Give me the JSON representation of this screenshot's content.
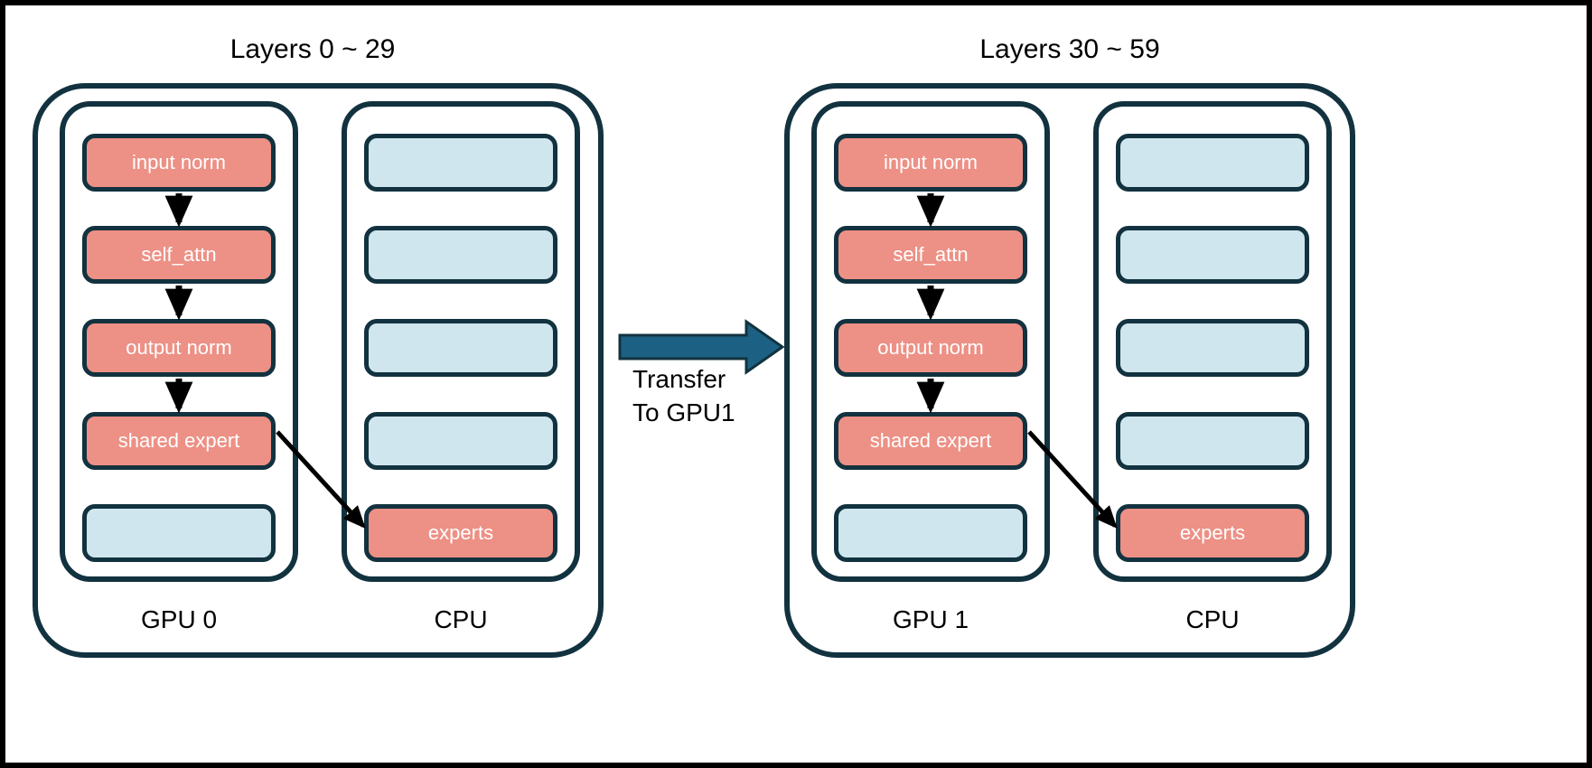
{
  "colors": {
    "active_block": "#ED9085",
    "inactive_block": "#CFE6EE",
    "outline": "#12323F",
    "transfer_arrow": "#1C6183",
    "flow_arrow": "#000000",
    "background": "#FFFFFF",
    "frame": "#000000",
    "label_text": "#000000",
    "block_text": "#FFFFFF"
  },
  "panels": [
    {
      "title": "Layers 0 ~ 29",
      "columns": [
        {
          "label": "GPU 0",
          "slots": [
            {
              "label": "input norm",
              "state": "active"
            },
            {
              "label": "self_attn",
              "state": "active"
            },
            {
              "label": "output norm",
              "state": "active"
            },
            {
              "label": "shared expert",
              "state": "active"
            },
            {
              "label": "",
              "state": "inactive"
            }
          ]
        },
        {
          "label": "CPU",
          "slots": [
            {
              "label": "",
              "state": "inactive"
            },
            {
              "label": "",
              "state": "inactive"
            },
            {
              "label": "",
              "state": "inactive"
            },
            {
              "label": "",
              "state": "inactive"
            },
            {
              "label": "experts",
              "state": "active"
            }
          ]
        }
      ]
    },
    {
      "title": "Layers 30 ~ 59",
      "columns": [
        {
          "label": "GPU 1",
          "slots": [
            {
              "label": "input norm",
              "state": "active"
            },
            {
              "label": "self_attn",
              "state": "active"
            },
            {
              "label": "output norm",
              "state": "active"
            },
            {
              "label": "shared expert",
              "state": "active"
            },
            {
              "label": "",
              "state": "inactive"
            }
          ]
        },
        {
          "label": "CPU",
          "slots": [
            {
              "label": "",
              "state": "inactive"
            },
            {
              "label": "",
              "state": "inactive"
            },
            {
              "label": "",
              "state": "inactive"
            },
            {
              "label": "",
              "state": "inactive"
            },
            {
              "label": "experts",
              "state": "active"
            }
          ]
        }
      ]
    }
  ],
  "transfer": {
    "line1": "Transfer",
    "line2": "To GPU1"
  }
}
